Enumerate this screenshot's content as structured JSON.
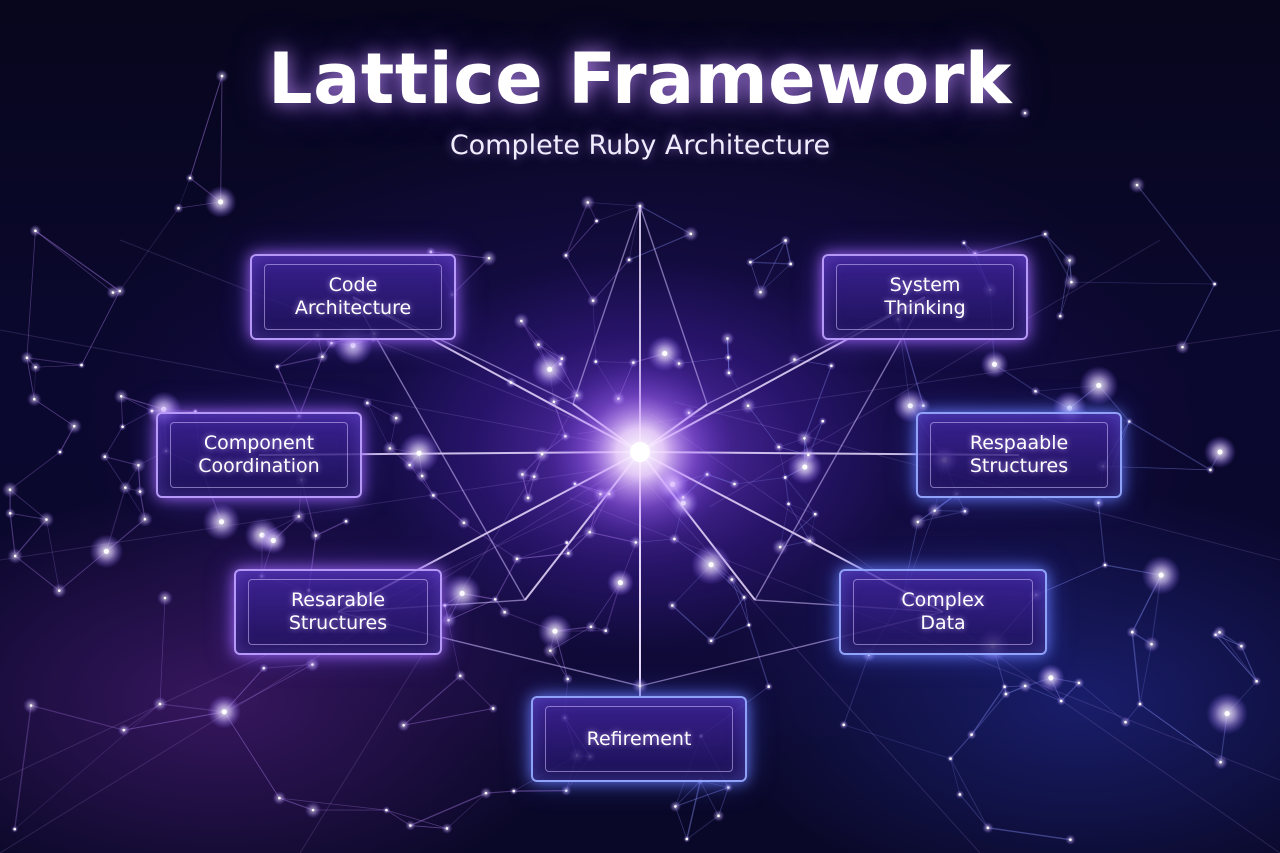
{
  "title": "Lattice Framework",
  "subtitle": "Complete Ruby Architecture",
  "colors": {
    "background": "#06051a",
    "node_purple": "#7a4cff",
    "node_blue": "#5566ff",
    "glow": "#c9a8ff",
    "line": "#b8a6ff"
  },
  "nodes": [
    {
      "label": "Code\nArchitecture"
    },
    {
      "label": "System\nThinking"
    },
    {
      "label": "Component\nCoordination"
    },
    {
      "label": "Respaable\nStructures"
    },
    {
      "label": "Resarable\nStructures"
    },
    {
      "label": "Complex\nData"
    },
    {
      "label": "Refirement"
    }
  ]
}
